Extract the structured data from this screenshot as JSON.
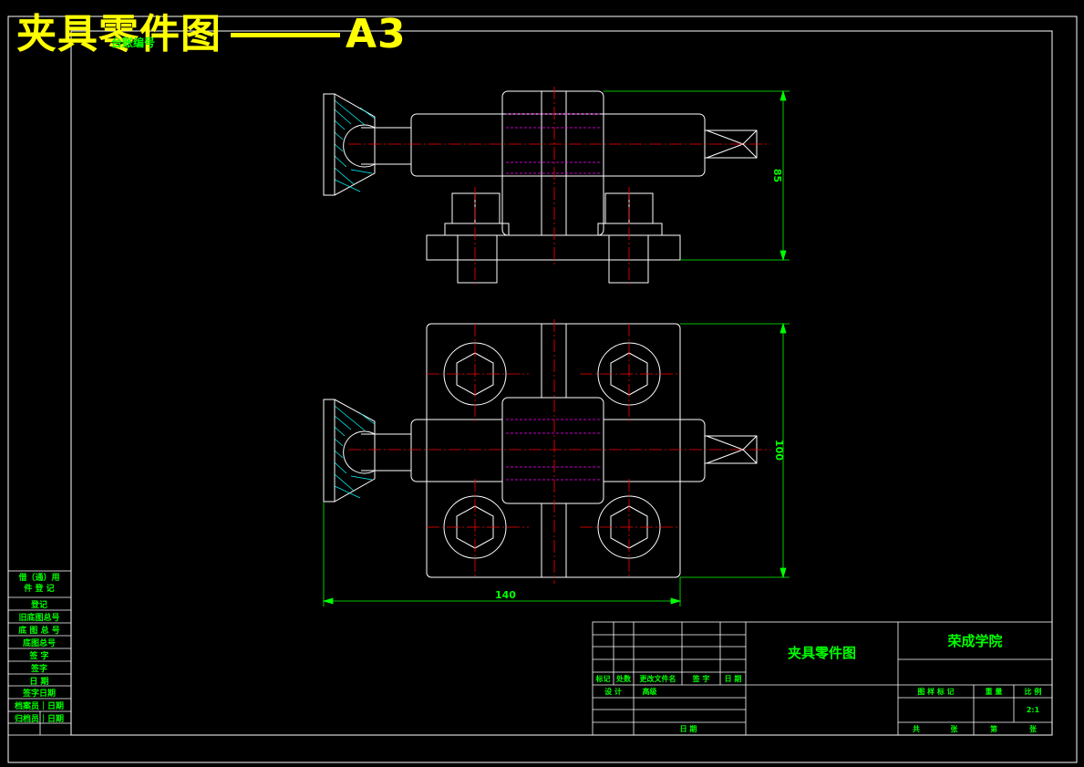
{
  "banner": {
    "title": "夹具零件图",
    "size": "A3"
  },
  "overlap_label": "台账编号",
  "dimensions": {
    "height_top": "85",
    "height_bottom": "100",
    "width_bottom": "140"
  },
  "side_table": {
    "rows": [
      "借（通）用\n件 登 记",
      "登记",
      "旧底图总号",
      "底 图 总 号",
      "底图总号",
      "签 字",
      "签字",
      "日 期",
      "签字日期",
      "档案员｜日期",
      "归档员｜日期"
    ]
  },
  "title_block": {
    "drawing_name": "夹具零件图",
    "school": "荣成学院",
    "header_cols": [
      "标记",
      "处数",
      "更改文件名",
      "签 字",
      "日 期"
    ],
    "row_design": [
      "设 计",
      "高级"
    ],
    "row_approve": "日 期",
    "info_labels": [
      "图 样 标 记",
      "重 量",
      "比 例"
    ],
    "scale": "2:1",
    "sheet_labels": [
      "共",
      "张",
      "第",
      "张"
    ]
  },
  "colors": {
    "line": "#ffffff",
    "center": "#ff0000",
    "dimension": "#00ff00",
    "hidden": "#ff00ff",
    "hatch": "#00ffff",
    "title": "#ffff00"
  }
}
